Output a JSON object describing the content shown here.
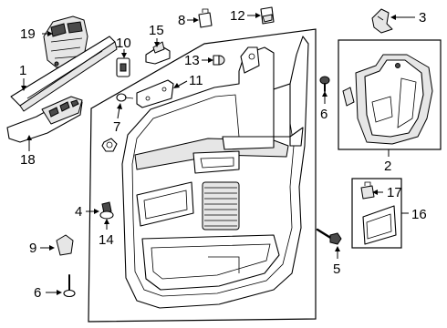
{
  "callouts": {
    "c1": "1",
    "c2": "2",
    "c3": "3",
    "c4": "4",
    "c5": "5",
    "c6a": "6",
    "c6b": "6",
    "c7": "7",
    "c8": "8",
    "c9": "9",
    "c10": "10",
    "c11": "11",
    "c12": "12",
    "c13": "13",
    "c14": "14",
    "c15": "15",
    "c16": "16",
    "c17": "17",
    "c18": "18",
    "c19": "19"
  }
}
